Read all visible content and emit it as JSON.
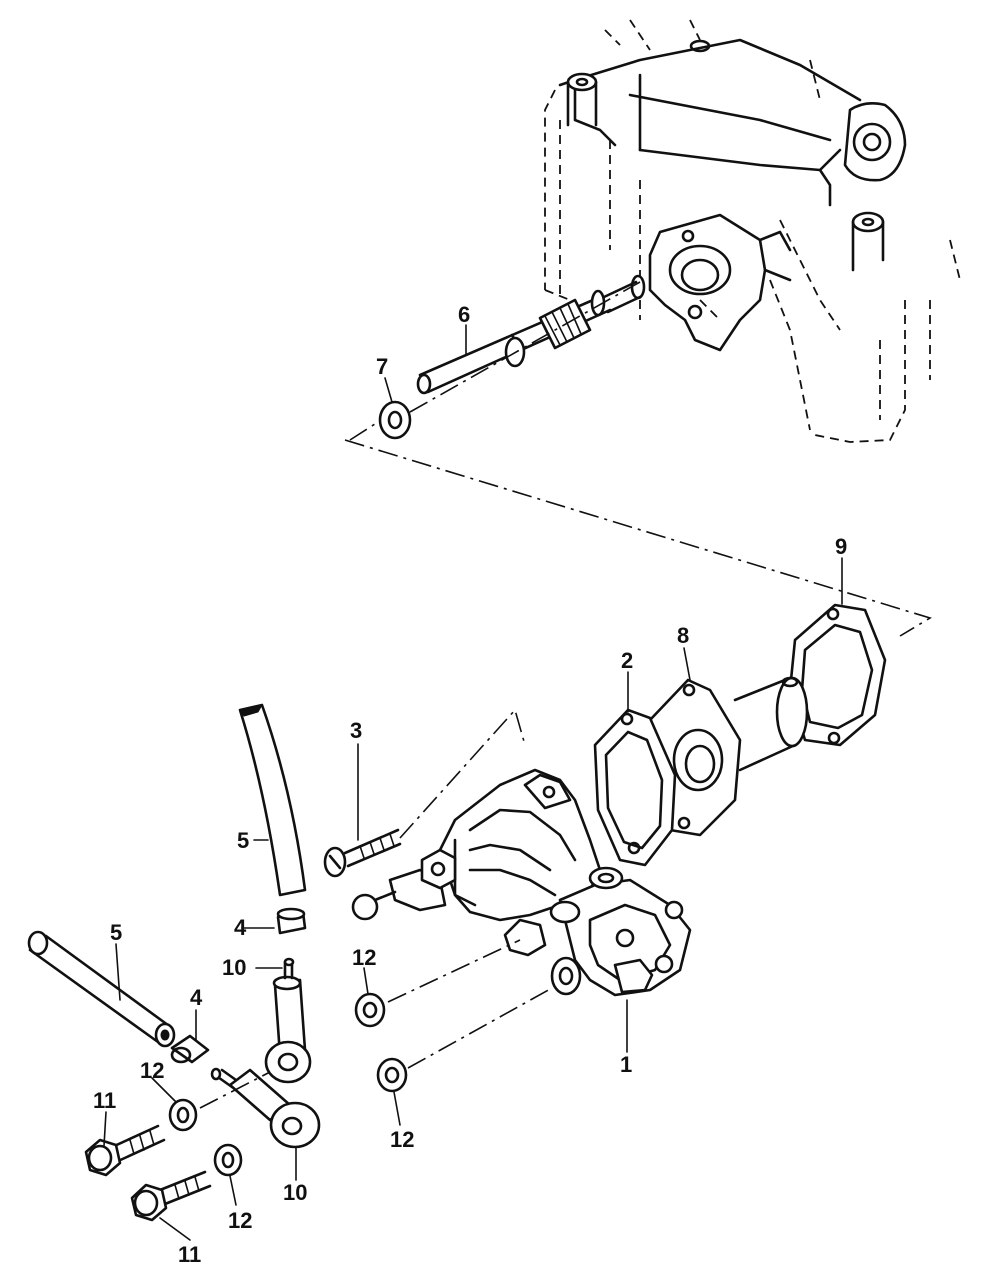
{
  "callouts": {
    "c1": "1",
    "c2": "2",
    "c3": "3",
    "c4a": "4",
    "c4b": "4",
    "c5a": "5",
    "c5b": "5",
    "c6": "6",
    "c7": "7",
    "c8": "8",
    "c9": "9",
    "c10a": "10",
    "c10b": "10",
    "c11a": "11",
    "c11b": "11",
    "c12a": "12",
    "c12b": "12",
    "c12c": "12",
    "c12d": "12"
  }
}
